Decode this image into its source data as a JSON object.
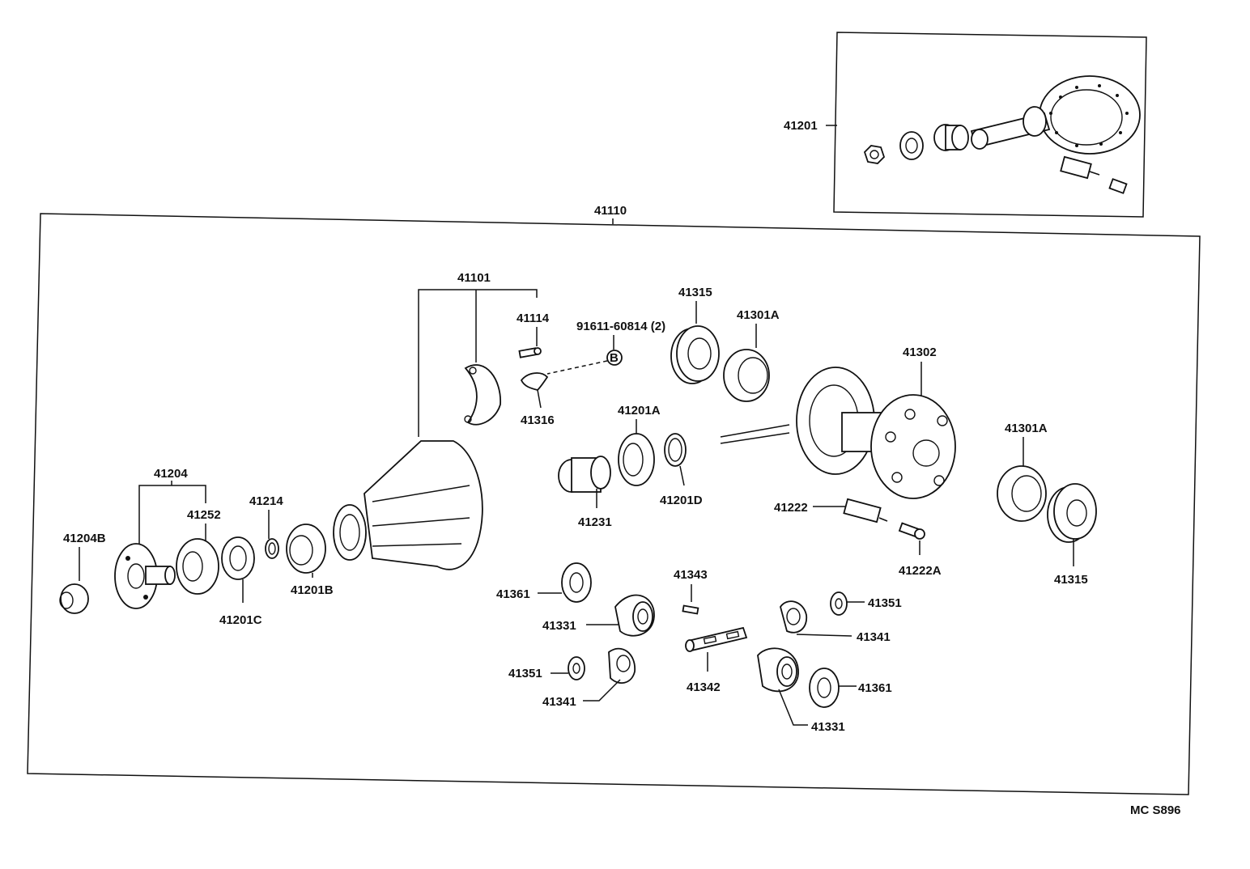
{
  "diagram_code": "MC S896",
  "inset_label": "41201",
  "housing_label": "41110",
  "callouts": {
    "c41101": "41101",
    "c41114": "41114",
    "c91611": "91611-60814 (2)",
    "marker_b": "B",
    "c41315_top": "41315",
    "c41301a_top": "41301A",
    "c41302": "41302",
    "c41316": "41316",
    "c41201a": "41201A",
    "c41201d": "41201D",
    "c41231": "41231",
    "c41204": "41204",
    "c41252": "41252",
    "c41214": "41214",
    "c41204b": "41204B",
    "c41201b": "41201B",
    "c41201c": "41201C",
    "c41222": "41222",
    "c41222a": "41222A",
    "c41301a_right": "41301A",
    "c41315_right": "41315",
    "c41343": "41343",
    "c41361_left": "41361",
    "c41331_left": "41331",
    "c41351_left": "41351",
    "c41341_left": "41341",
    "c41342": "41342",
    "c41351_right": "41351",
    "c41341_right": "41341",
    "c41361_right": "41361",
    "c41331_right": "41331"
  }
}
